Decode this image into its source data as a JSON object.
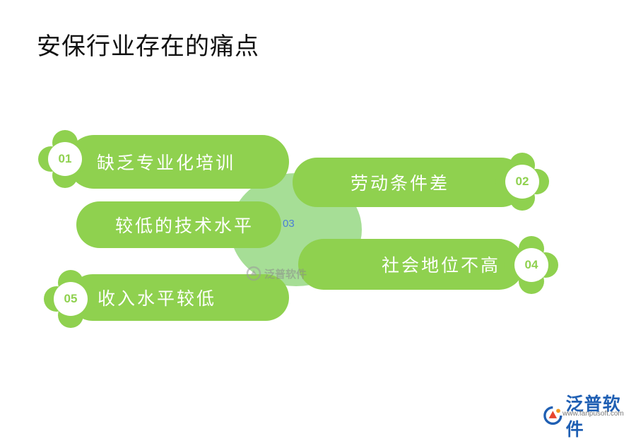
{
  "title": "安保行业存在的痛点",
  "center": {
    "number": "03"
  },
  "items": [
    {
      "number": "01",
      "label": "缺乏专业化培训"
    },
    {
      "number": "02",
      "label": "劳动条件差"
    },
    {
      "number": "03",
      "label": "较低的技术水平"
    },
    {
      "number": "04",
      "label": "社会地位不高"
    },
    {
      "number": "05",
      "label": "收入水平较低"
    }
  ],
  "watermark": {
    "text": "泛普软件"
  },
  "logo": {
    "text": "泛普软件",
    "url": "www.fanpusoft.com"
  },
  "colors": {
    "green": "#8fd14f",
    "center_green": "#a6de96",
    "logo_blue": "#1f5fb3",
    "center_number": "#4a7fd6"
  }
}
